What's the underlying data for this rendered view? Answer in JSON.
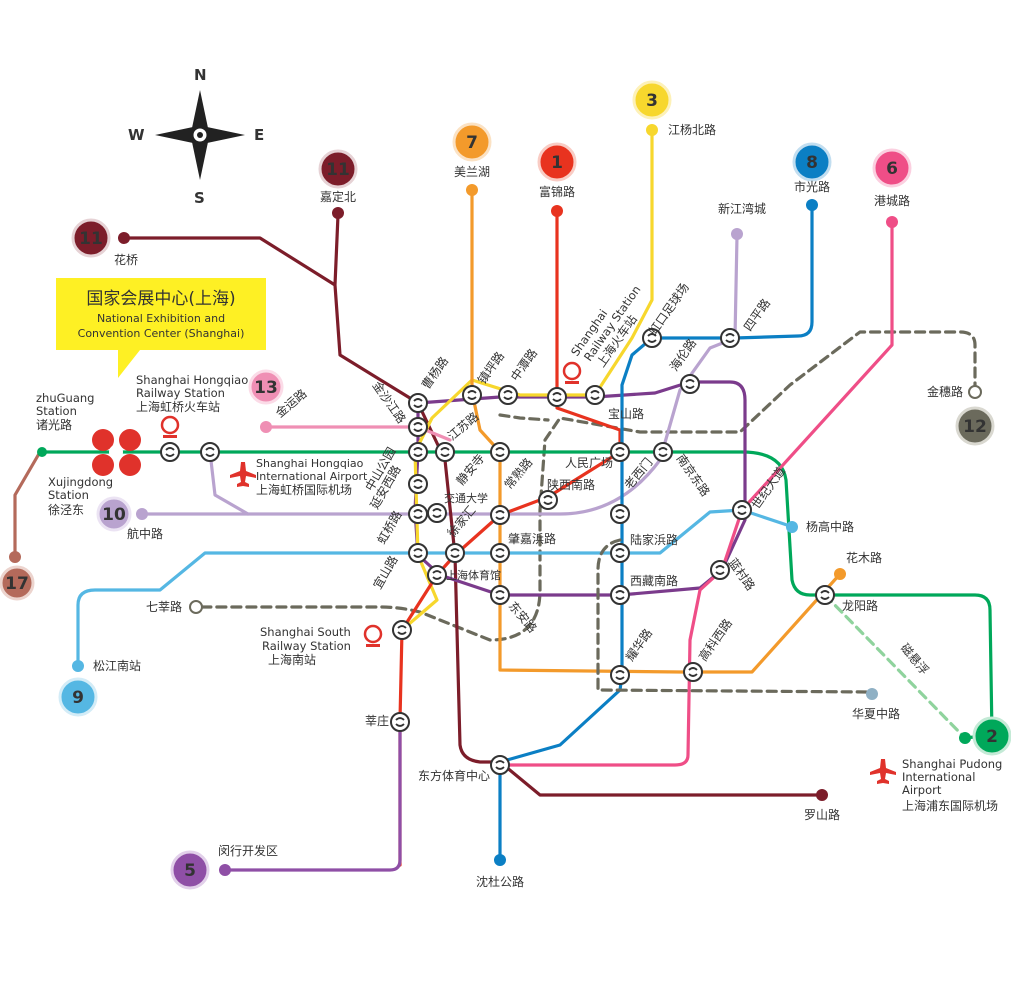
{
  "compass": {
    "n": "N",
    "s": "S",
    "e": "E",
    "w": "W"
  },
  "callout": {
    "title_zh": "国家会展中心(上海)",
    "title_en_1": "National Exhibition and",
    "title_en_2": "Convention Center (Shanghai)"
  },
  "lines": [
    {
      "id": "1",
      "color": "#e8331f"
    },
    {
      "id": "2",
      "color": "#00a85a"
    },
    {
      "id": "3",
      "color": "#f7d72d"
    },
    {
      "id": "5",
      "color": "#8f4fa6"
    },
    {
      "id": "6",
      "color": "#ef4e87"
    },
    {
      "id": "7",
      "color": "#f39a2b"
    },
    {
      "id": "8",
      "color": "#0b7fc4"
    },
    {
      "id": "9",
      "color": "#55b7e3"
    },
    {
      "id": "10",
      "color": "#b9a3cf"
    },
    {
      "id": "11",
      "color": "#7c1d2a"
    },
    {
      "id": "12",
      "color": "#6b6a5c"
    },
    {
      "id": "13",
      "color": "#ef8fb4"
    },
    {
      "id": "17",
      "color": "#b46a5b"
    },
    {
      "id": "maglev",
      "color": "#8fd39d"
    }
  ],
  "badges": {
    "l1": "1",
    "l2": "2",
    "l3": "3",
    "l5": "5",
    "l6": "6",
    "l7": "7",
    "l8": "8",
    "l9": "9",
    "l10": "10",
    "l11a": "11",
    "l11b": "11",
    "l12": "12",
    "l13": "13",
    "l17": "17"
  },
  "terminals": {
    "jiadingbei": "嘉定北",
    "huaqiao": "花桥",
    "meilanhu": "美兰湖",
    "fujinlu": "富锦路",
    "jiangyangbeilu": "江杨北路",
    "xinjiangwancheng": "新江湾城",
    "shiguanglu": "市光路",
    "gangchenglu": "港城路",
    "jinsuilu": "金穗路",
    "jinyunlu": "金运路",
    "hangzhonglu": "航中路",
    "songjiangnanzhan": "松江南站",
    "qixinlu": "七莘路",
    "minhang": "闵行开发区",
    "shenduangonglu": "沈杜公路",
    "luoshanlu": "罗山路",
    "huaxiazhonglu": "华夏中路",
    "yanggaozhonglu": "杨高中路",
    "huamulu": "花木路"
  },
  "stations": {
    "caoyanglu": "曹杨路",
    "jinshajianglu": "金沙江路",
    "zhenpinglu": "镇坪路",
    "zhongtanlu": "中潭路",
    "jiangsulu": "江苏路",
    "zhongshangongyuan": "中山公园",
    "yananxilu": "延安西路",
    "hongqiaolu": "虹桥路",
    "yishanlu": "宜山路",
    "jinganshi": "静安寺",
    "changshulu": "常熟路",
    "jiaotongdaxue": "交通大学",
    "xujiahui": "徐家汇",
    "zhaojiabanglu": "肇嘉浜路",
    "shanghaitiyuguan": "上海体育馆",
    "dongandlu": "东安路",
    "renminguangchang": "人民广场",
    "shanxinanlu": "陕西南路",
    "laoximen": "老西门",
    "lujiabanglu": "陆家浜路",
    "xizangnanlu": "西藏南路",
    "yaohualu": "耀华路",
    "gaokexilu": "高科西路",
    "nanjingdonglu": "南京东路",
    "shijidadao": "世纪大道",
    "lancunlu": "蓝村路",
    "longyanglu": "龙阳路",
    "baoshanlu": "宝山路",
    "hailunlu": "海伦路",
    "sipinglu": "四平路",
    "hongkouzuqiuchang": "虹口足球场",
    "xinzhuang": "莘庄",
    "dongfangtiyuzhongxin": "东方体育中心"
  },
  "rail": {
    "hongqiao_en_1": "Shanghai Hongqiao",
    "hongqiao_en_2": "Railway Station",
    "hongqiao_zh": "上海虹桥火车站",
    "shanghai_en_1": "Shanghai",
    "shanghai_en_2": "Railway Station",
    "shanghai_zh": "上海火车站",
    "south_en_1": "Shanghai South",
    "south_en_2": "Railway Station",
    "south_zh": "上海南站"
  },
  "airports": {
    "hongqiao_en_1": "Shanghai Hongqiao",
    "hongqiao_en_2": "International Airport",
    "hongqiao_zh": "上海虹桥国际机场",
    "pudong_en_1": "Shanghai Pudong",
    "pudong_en_2": "International",
    "pudong_en_3": "Airport",
    "pudong_zh": "上海浦东国际机场"
  },
  "west": {
    "zhuguang_en_1": "zhuGuang",
    "zhuguang_en_2": "Station",
    "zhuguang_zh": "诸光路",
    "xujingdong_en_1": "Xujingdong",
    "xujingdong_en_2": "Station",
    "xujingdong_zh": "徐泾东"
  },
  "maglev_label": "磁悬浮"
}
